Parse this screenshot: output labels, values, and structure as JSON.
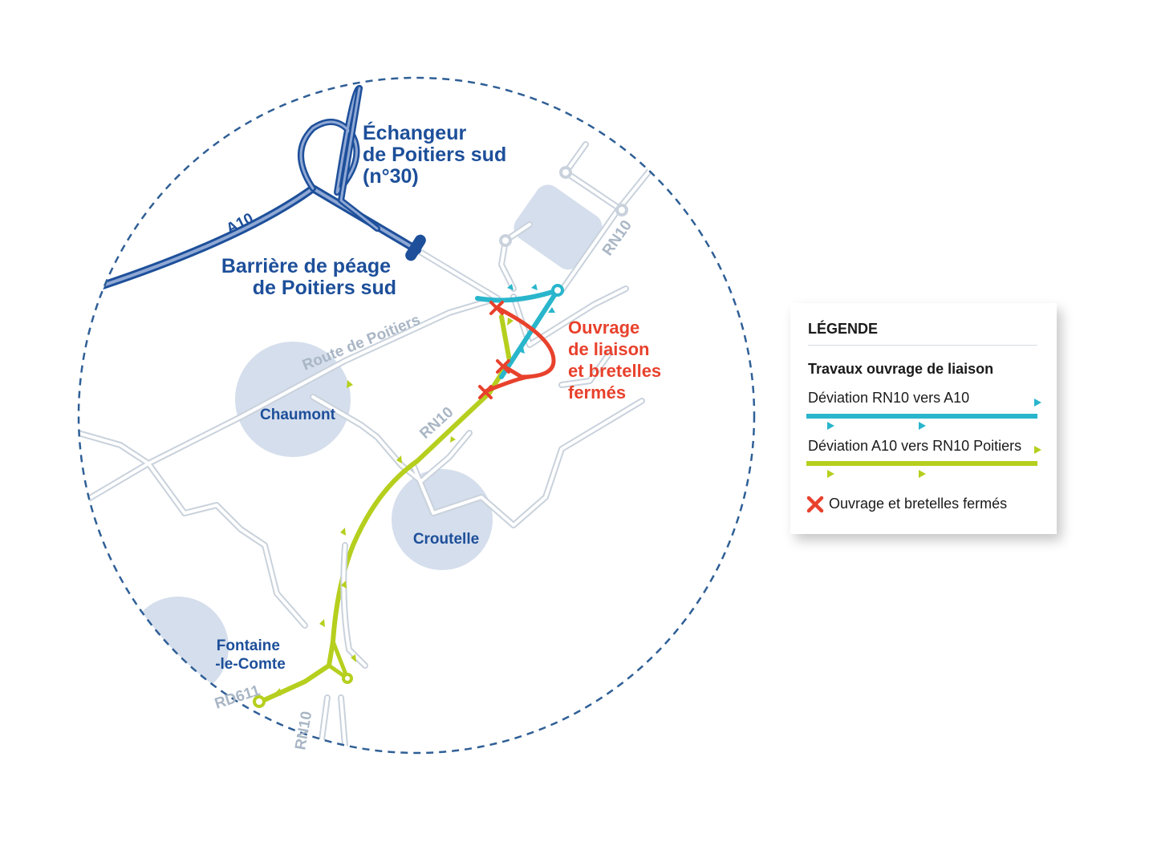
{
  "colors": {
    "navy": "#1d4f9a",
    "road_grey": "#c9d2dc",
    "zone_fill": "#d5deec",
    "cyan": "#29b6cc",
    "lime": "#b6cf1e",
    "red": "#e8412c"
  },
  "map": {
    "interchange_label": [
      "Échangeur",
      "de Poitiers sud",
      "(n°30)"
    ],
    "toll_label": [
      "Barrière de péage",
      "de Poitiers sud"
    ],
    "closed_label": [
      "Ouvrage",
      "de liaison",
      "et bretelles",
      "fermés"
    ],
    "roads": {
      "a10": "A10",
      "rn10_top": "RN10",
      "rn10_mid": "RN10",
      "rn10_bottom": "RN10",
      "route_de_poitiers": "Route de Poitiers",
      "rd611": "RD611"
    },
    "towns": {
      "chaumont": "Chaumont",
      "croutelle": "Croutelle",
      "fontaine": [
        "Fontaine",
        "-le-Comte"
      ]
    }
  },
  "legend": {
    "title": "LÉGENDE",
    "subtitle": "Travaux ouvrage de liaison",
    "items": [
      {
        "label": "Déviation RN10 vers A10",
        "color": "#29b6cc",
        "icon": "cyan-line-arrows"
      },
      {
        "label": "Déviation A10 vers RN10 Poitiers",
        "color": "#b6cf1e",
        "icon": "lime-line-arrows"
      },
      {
        "label": "Ouvrage et bretelles fermés",
        "color": "#e8412c",
        "icon": "red-cross-icon"
      }
    ]
  }
}
